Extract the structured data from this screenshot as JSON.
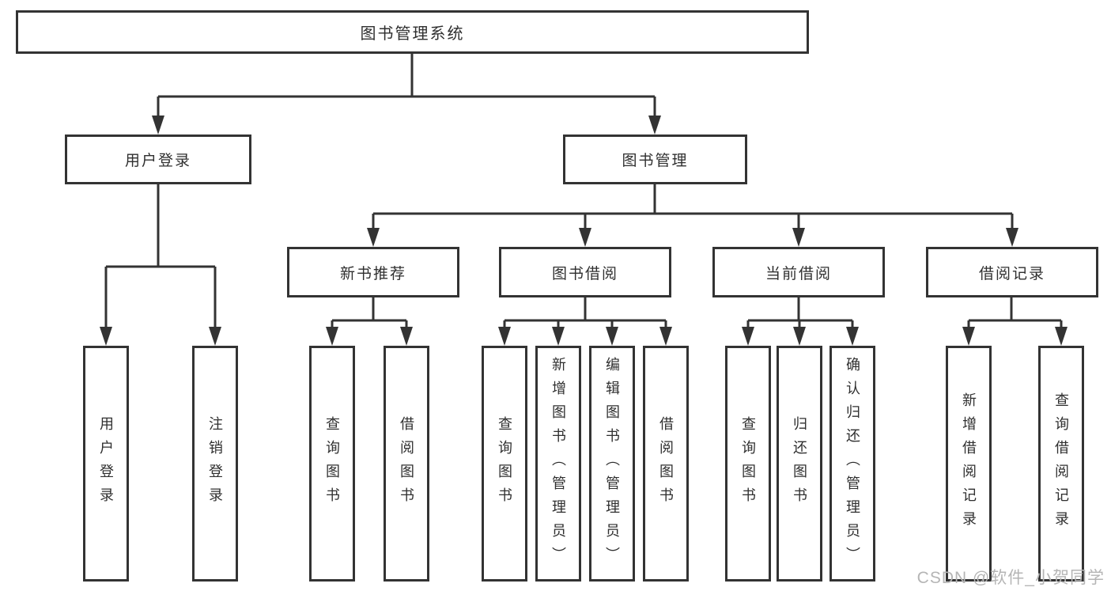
{
  "diagram": {
    "root": {
      "label": "图书管理系统"
    },
    "branches": [
      {
        "label": "用户登录",
        "leaves": [
          "用户登录",
          "注销登录"
        ]
      },
      {
        "label": "图书管理",
        "groups": [
          {
            "label": "新书推荐",
            "leaves": [
              "查询图书",
              "借阅图书"
            ]
          },
          {
            "label": "图书借阅",
            "leaves": [
              "查询图书",
              "新增图书（管理员）",
              "编辑图书（管理员）",
              "借阅图书"
            ]
          },
          {
            "label": "当前借阅",
            "leaves": [
              "查询图书",
              "归还图书",
              "确认归还（管理员）"
            ]
          },
          {
            "label": "借阅记录",
            "leaves": [
              "新增借阅记录",
              "查询借阅记录"
            ]
          }
        ]
      }
    ]
  },
  "watermark": {
    "text": "CSDN @软件_小贺同学"
  },
  "colors": {
    "line": "#333333",
    "box_border": "#333333",
    "text": "#2f2f2f",
    "watermark": "#b5b5b5",
    "background": "#ffffff"
  }
}
